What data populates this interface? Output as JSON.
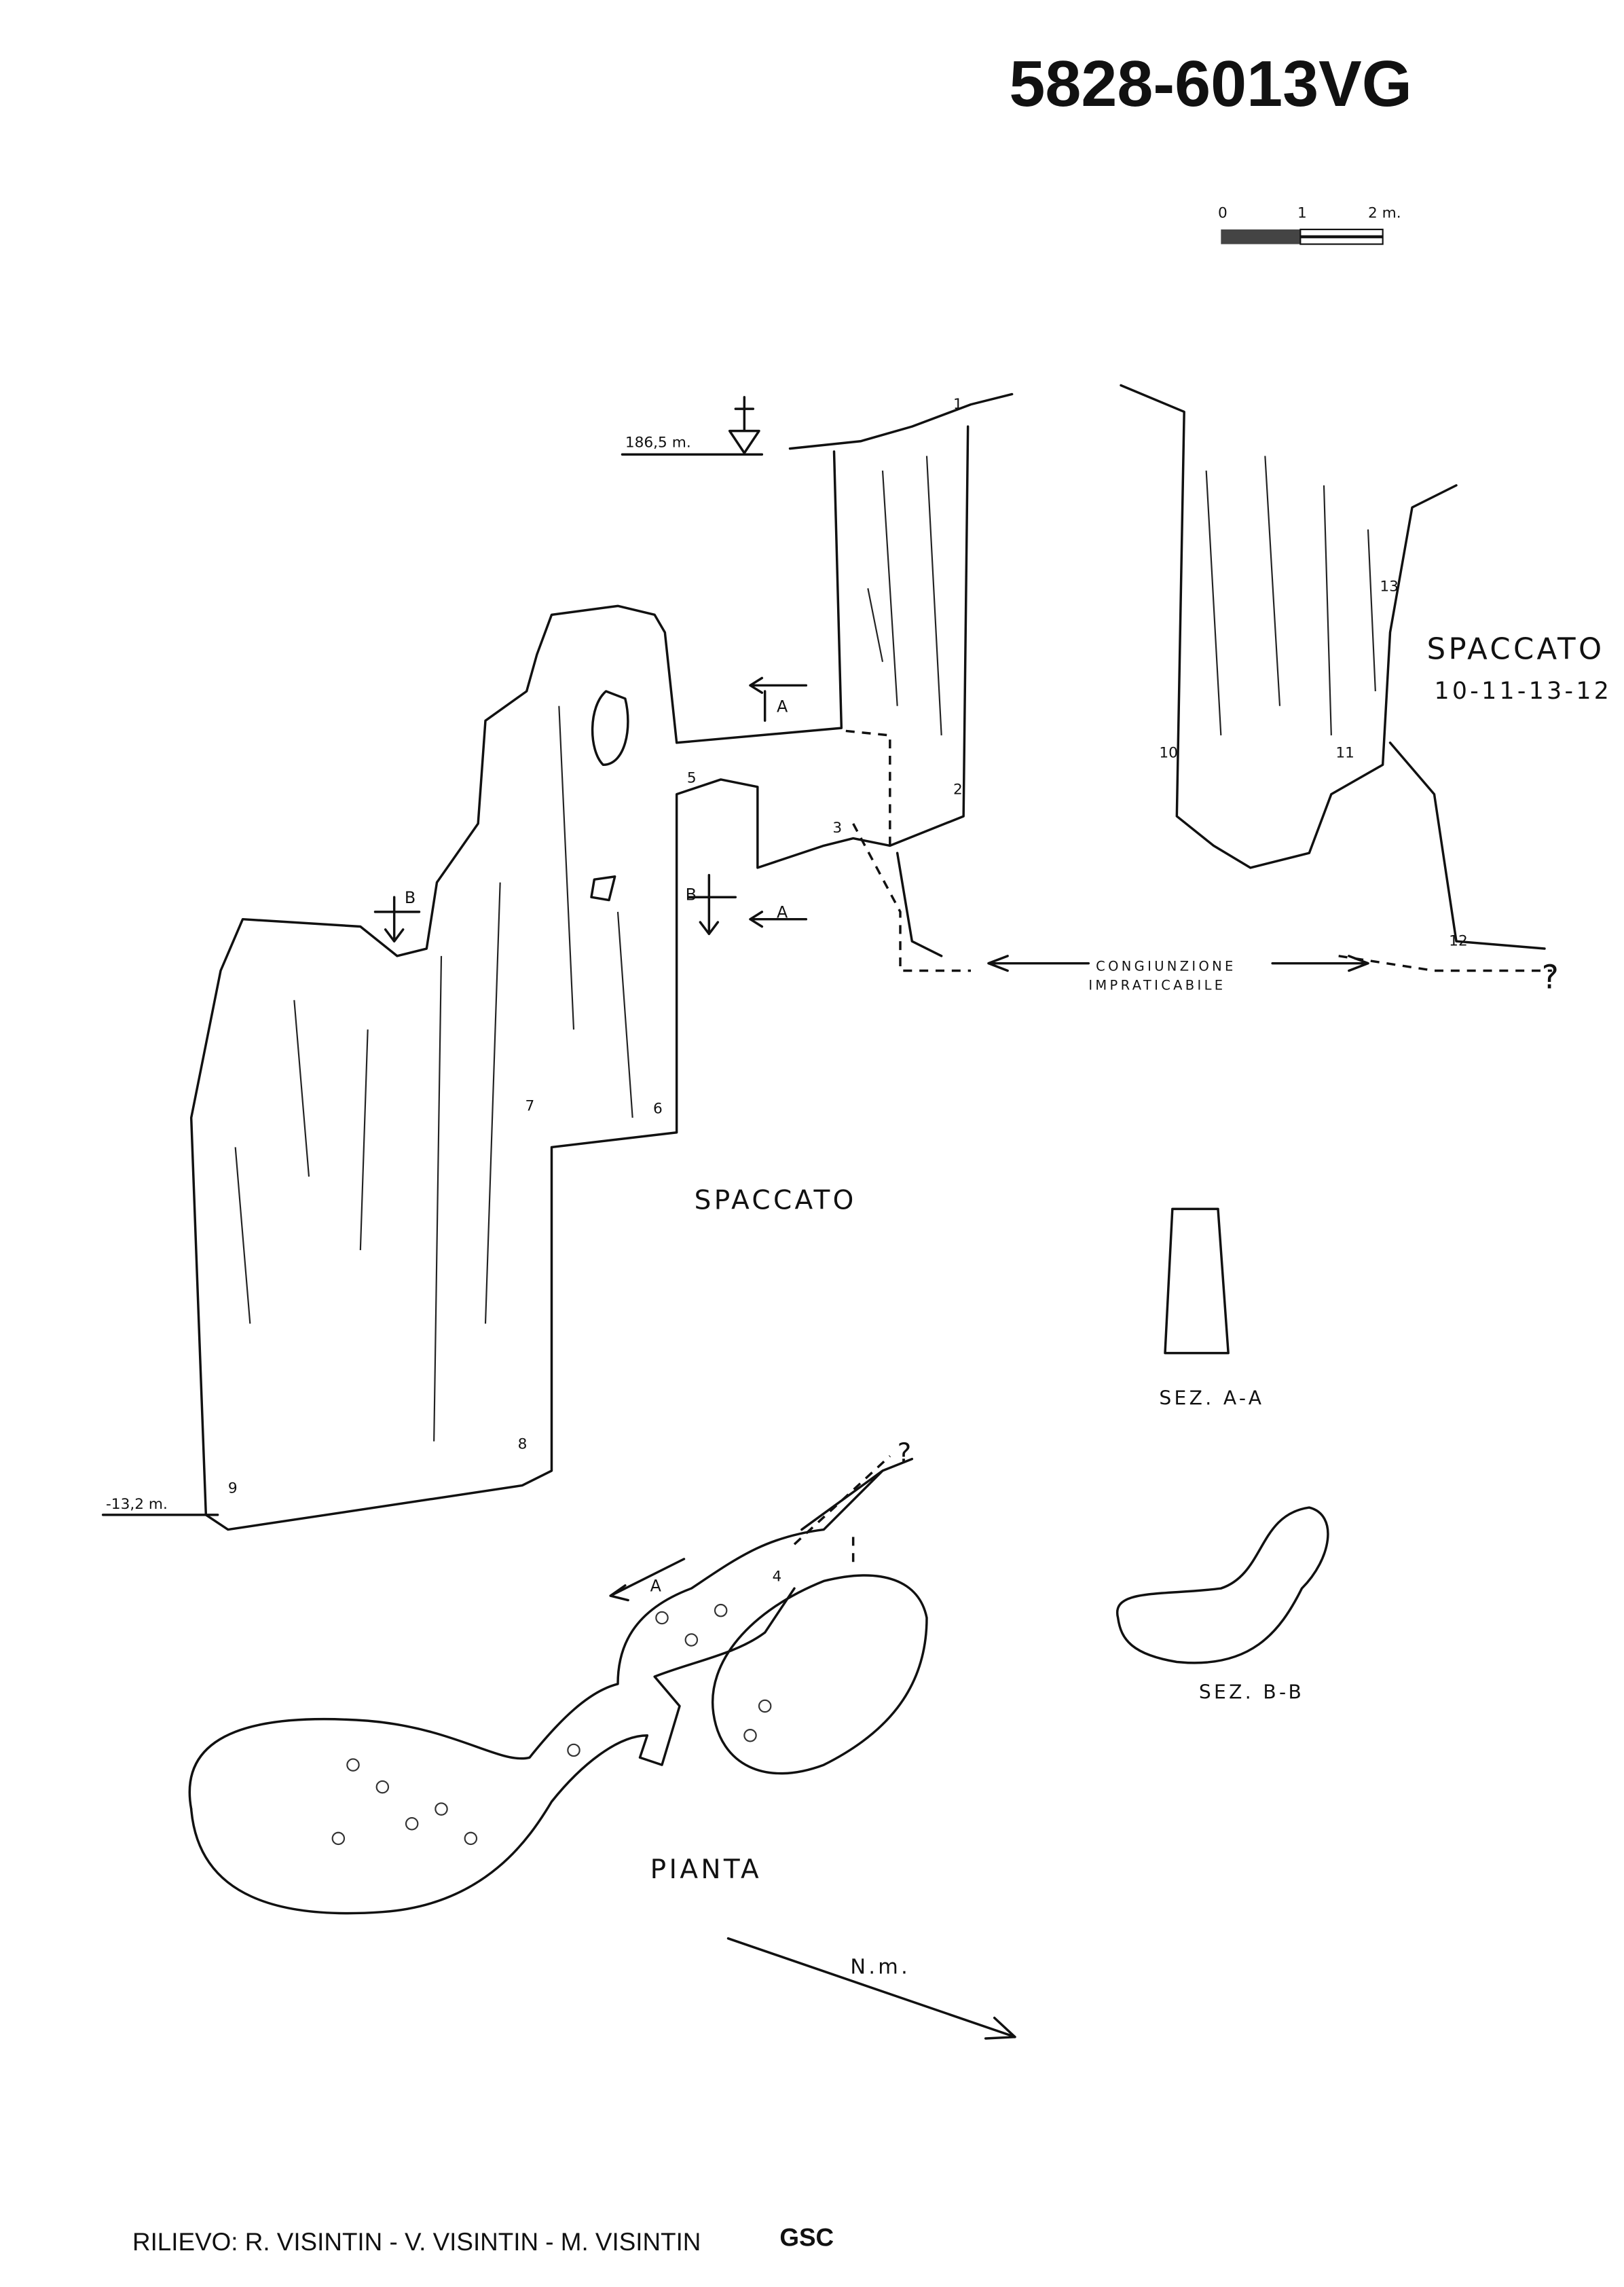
{
  "title": "5828-6013VG",
  "scale_bar": {
    "tick_0": "0",
    "tick_1": "1",
    "tick_2": "2 m."
  },
  "elevation_label": "186,5 m.",
  "depth_label": "-13,2 m.",
  "section_labels": {
    "spaccato_main": "SPACCATO",
    "spaccato_secondary_line1": "SPACCATO",
    "spaccato_secondary_line2": "10-11-13-12",
    "sez_aa": "SEZ. A-A",
    "sez_bb": "SEZ. B-B",
    "pianta": "PIANTA"
  },
  "connection_note": {
    "line1": "CONGIUNZIONE",
    "line2": "IMPRATICABILE",
    "question": "?"
  },
  "section_markers": {
    "a": "A",
    "b": "B"
  },
  "stations": [
    "1",
    "2",
    "3",
    "4",
    "5",
    "6",
    "7",
    "8",
    "9",
    "10",
    "11",
    "12",
    "13"
  ],
  "north_label": "N.m.",
  "credits": {
    "text": "RILIEVO: R. VISINTIN - V. VISINTIN - M. VISINTIN",
    "group": "GSC"
  }
}
